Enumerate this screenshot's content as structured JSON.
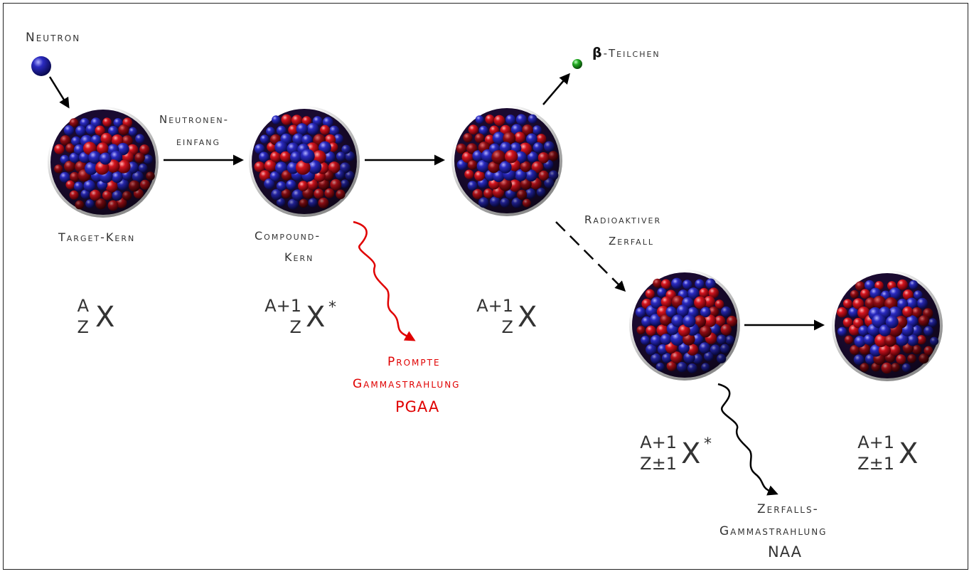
{
  "labels": {
    "neutron": "Neutron",
    "neutron_capture_1": "Neutronen-",
    "neutron_capture_2": "einfang",
    "target_nucleus": "Target-Kern",
    "compound_1": "Compound-",
    "compound_2": "Kern",
    "beta_symbol": "β",
    "beta_rest": "-Teilchen",
    "decay_1": "Radioaktiver",
    "decay_2": "Zerfall",
    "prompt_1": "Prompte",
    "prompt_2": "Gammastrahlung",
    "prompt_3": "PGAA",
    "decay_gamma_1": "Zerfalls-",
    "decay_gamma_2": "Gammastrahlung",
    "decay_gamma_3": "NAA"
  },
  "nuclides": [
    {
      "mass": "A",
      "number": "Z",
      "symbol": "X",
      "star": ""
    },
    {
      "mass": "A+1",
      "number": "Z",
      "symbol": "X",
      "star": "*"
    },
    {
      "mass": "A+1",
      "number": "Z",
      "symbol": "X",
      "star": ""
    },
    {
      "mass": "A+1",
      "number": "Z±1",
      "symbol": "X",
      "star": "*"
    },
    {
      "mass": "A+1",
      "number": "Z±1",
      "symbol": "X",
      "star": ""
    }
  ],
  "colors": {
    "proton": "#cc1020",
    "neutron": "#2a2ab0",
    "beta": "#22aa22",
    "prompt_gamma": "#e00000",
    "arrow": "#000000"
  }
}
